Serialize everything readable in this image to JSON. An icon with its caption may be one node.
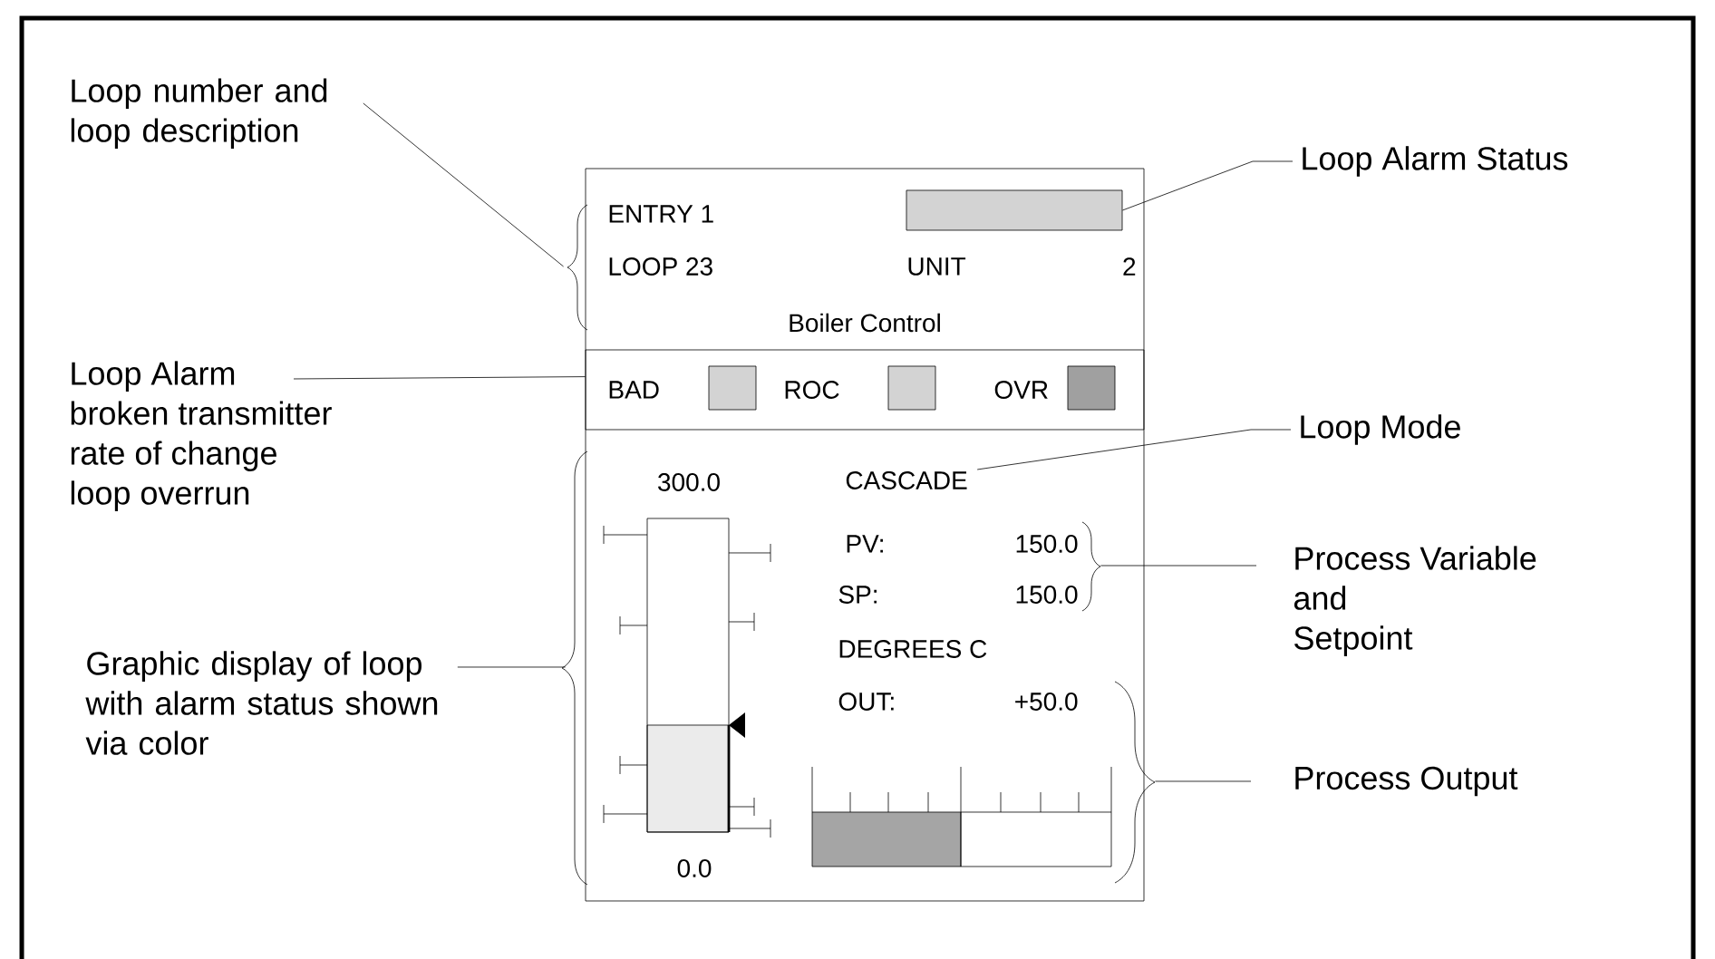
{
  "diagram": {
    "nodes": [
      {
        "text": [
          "Loop number and loop description"
        ]
      },
      {
        "text": [
          "Loop Alarm Status"
        ]
      },
      {
        "text": [
          "Loop Alarm",
          "broken transmitter",
          "rate of change",
          "loop overrun"
        ]
      },
      {
        "text": [
          "Loop Mode"
        ]
      },
      {
        "text": [
          "Process Variable",
          "and",
          "Setpoint"
        ]
      },
      {
        "text": [
          "Graphic display of loop with alarm status shown via color"
        ]
      },
      {
        "text": [
          "Process Output"
        ]
      },
      {
        "text": [],
        "shape": "box"
      },
      {
        "text": [],
        "shape": "bar",
        "in": 7
      },
      {
        "text": [
          "BAD",
          "ROC",
          "OVR"
        ],
        "in": 7
      },
      {
        "text": [
          "CASCADE"
        ],
        "in": 7
      }
    ],
    "edges": [
      {
        "from": 0,
        "to": 7,
        "arrow": "none"
      },
      {
        "from": 1,
        "to": 8,
        "arrow": "none"
      },
      {
        "from": 2,
        "to": 9,
        "arrow": "none"
      },
      {
        "from": 3,
        "to": 10,
        "arrow": "none"
      },
      {
        "from": 4,
        "to": 7,
        "arrow": "none"
      },
      {
        "from": 5,
        "to": 7,
        "arrow": "none"
      },
      {
        "from": 6,
        "to": 7,
        "arrow": "none"
      }
    ],
    "labels": [
      "ENTRY 1",
      "LOOP 23",
      "UNIT",
      "2",
      "Boiler Control",
      "300.0",
      "PV:",
      "150.0",
      "SP:",
      "150.0",
      "DEGREES C",
      "OUT:",
      "+50.0",
      "0.0"
    ]
  }
}
